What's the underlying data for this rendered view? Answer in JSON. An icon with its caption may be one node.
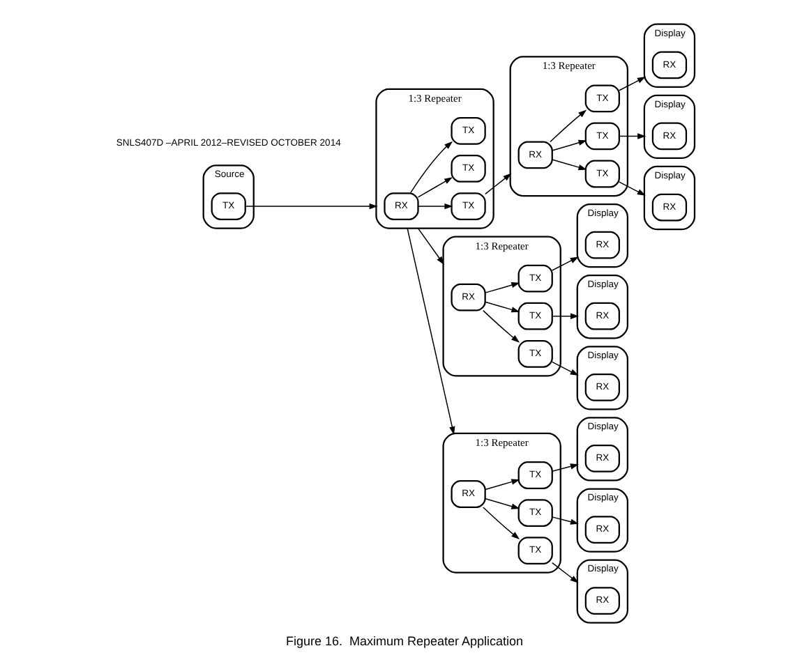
{
  "diagram": {
    "caption": "Figure 16.  Maximum Repeater Application",
    "nodes": [
      {
        "text": [
          "Source"
        ]
      },
      {
        "text": [
          "TX"
        ],
        "in": 0
      },
      {
        "text": [
          "1:3 Repeater"
        ]
      },
      {
        "text": [
          "RX"
        ],
        "in": 2
      },
      {
        "text": [
          "TX"
        ],
        "in": 2
      },
      {
        "text": [
          "TX"
        ],
        "in": 2
      },
      {
        "text": [
          "TX"
        ],
        "in": 2
      },
      {
        "text": [
          "1:3 Repeater"
        ]
      },
      {
        "text": [
          "RX"
        ],
        "in": 7
      },
      {
        "text": [
          "TX"
        ],
        "in": 7
      },
      {
        "text": [
          "TX"
        ],
        "in": 7
      },
      {
        "text": [
          "TX"
        ],
        "in": 7
      },
      {
        "text": [
          "Display"
        ]
      },
      {
        "text": [
          "RX"
        ],
        "in": 12
      },
      {
        "text": [
          "Display"
        ]
      },
      {
        "text": [
          "RX"
        ],
        "in": 14
      },
      {
        "text": [
          "Display"
        ]
      },
      {
        "text": [
          "RX"
        ],
        "in": 16
      },
      {
        "text": [
          "1:3 Repeater"
        ]
      },
      {
        "text": [
          "RX"
        ],
        "in": 18
      },
      {
        "text": [
          "TX"
        ],
        "in": 18
      },
      {
        "text": [
          "TX"
        ],
        "in": 18
      },
      {
        "text": [
          "TX"
        ],
        "in": 18
      },
      {
        "text": [
          "Display"
        ]
      },
      {
        "text": [
          "RX"
        ],
        "in": 23
      },
      {
        "text": [
          "Display"
        ]
      },
      {
        "text": [
          "RX"
        ],
        "in": 25
      },
      {
        "text": [
          "Display"
        ]
      },
      {
        "text": [
          "RX"
        ],
        "in": 27
      },
      {
        "text": [
          "1:3 Repeater"
        ]
      },
      {
        "text": [
          "RX"
        ],
        "in": 29
      },
      {
        "text": [
          "TX"
        ],
        "in": 29
      },
      {
        "text": [
          "TX"
        ],
        "in": 29
      },
      {
        "text": [
          "TX"
        ],
        "in": 29
      },
      {
        "text": [
          "Display"
        ]
      },
      {
        "text": [
          "RX"
        ],
        "in": 34
      },
      {
        "text": [
          "Display"
        ]
      },
      {
        "text": [
          "RX"
        ],
        "in": 36
      },
      {
        "text": [
          "Display"
        ]
      },
      {
        "text": [
          "RX"
        ],
        "in": 38
      }
    ],
    "edges": [
      {
        "from": 1,
        "to": 2,
        "arrow": "to"
      },
      {
        "from": 3,
        "to": 4,
        "arrow": "to"
      },
      {
        "from": 3,
        "to": 5,
        "arrow": "to"
      },
      {
        "from": 3,
        "to": 6,
        "arrow": "to"
      },
      {
        "from": 4,
        "to": 7,
        "arrow": "to"
      },
      {
        "from": 2,
        "to": 18,
        "arrow": "to"
      },
      {
        "from": 2,
        "to": 29,
        "arrow": "to"
      },
      {
        "from": 8,
        "to": 9,
        "arrow": "to"
      },
      {
        "from": 8,
        "to": 10,
        "arrow": "to"
      },
      {
        "from": 8,
        "to": 11,
        "arrow": "to"
      },
      {
        "from": 9,
        "to": 12,
        "arrow": "to"
      },
      {
        "from": 10,
        "to": 14,
        "arrow": "to"
      },
      {
        "from": 11,
        "to": 16,
        "arrow": "to"
      },
      {
        "from": 19,
        "to": 20,
        "arrow": "to"
      },
      {
        "from": 19,
        "to": 21,
        "arrow": "to"
      },
      {
        "from": 19,
        "to": 22,
        "arrow": "to"
      },
      {
        "from": 20,
        "to": 23,
        "arrow": "to"
      },
      {
        "from": 21,
        "to": 25,
        "arrow": "to"
      },
      {
        "from": 22,
        "to": 27,
        "arrow": "to"
      },
      {
        "from": 30,
        "to": 31,
        "arrow": "to"
      },
      {
        "from": 30,
        "to": 32,
        "arrow": "to"
      },
      {
        "from": 30,
        "to": 33,
        "arrow": "to"
      },
      {
        "from": 31,
        "to": 34,
        "arrow": "to"
      },
      {
        "from": 32,
        "to": 36,
        "arrow": "to"
      },
      {
        "from": 33,
        "to": 38,
        "arrow": "to"
      }
    ],
    "labels": [
      "SNLS407D –APRIL 2012–REVISED OCTOBER 2014"
    ]
  }
}
